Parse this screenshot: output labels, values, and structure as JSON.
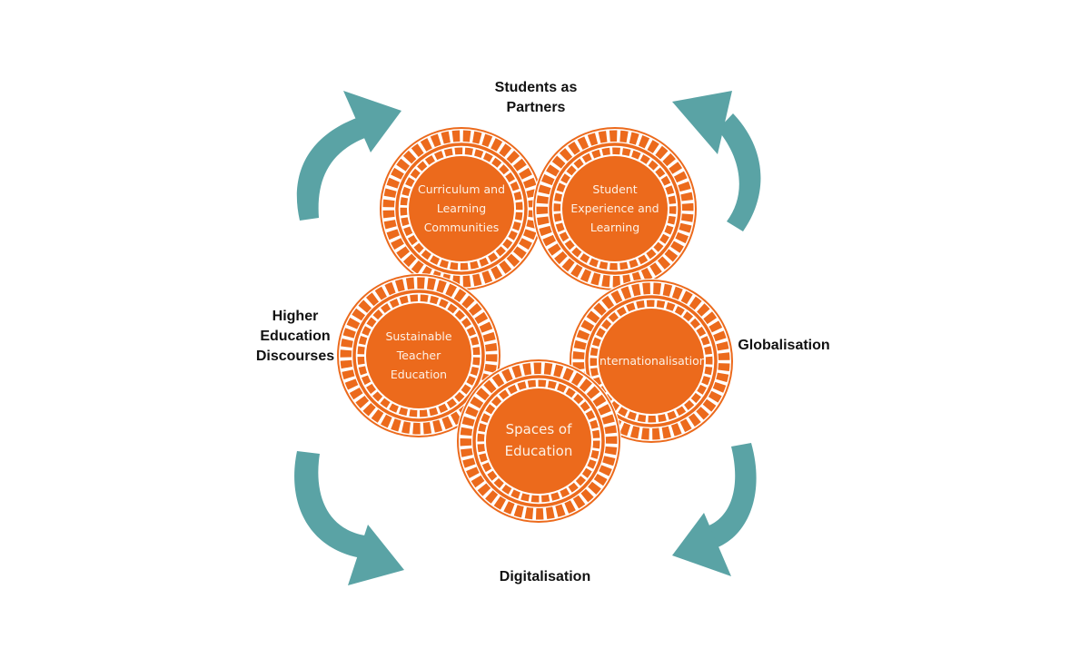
{
  "colors": {
    "orange": "#ec6a1c",
    "teal": "#5aa3a5",
    "ring_gap": "#ffffff"
  },
  "outer_labels": {
    "top": [
      "Students as",
      "Partners"
    ],
    "left": [
      "Higher",
      "Education",
      "Discourses"
    ],
    "right": [
      "Globalisation"
    ],
    "bottom": [
      "Digitalisation"
    ]
  },
  "circles": [
    {
      "id": "curriculum",
      "lines": [
        "Curriculum and",
        "Learning",
        "Communities"
      ]
    },
    {
      "id": "student-experience",
      "lines": [
        "Student",
        "Experience and",
        "Learning"
      ]
    },
    {
      "id": "sustainable",
      "lines": [
        "Sustainable",
        "Teacher",
        "Education"
      ]
    },
    {
      "id": "internationalisation",
      "lines": [
        "Internationalisation"
      ]
    },
    {
      "id": "spaces",
      "lines": [
        "Spaces of",
        "Education"
      ]
    }
  ],
  "arrows": [
    {
      "name": "top-left-arrow",
      "icon": "curved-arrow-icon"
    },
    {
      "name": "top-right-arrow",
      "icon": "curved-arrow-icon"
    },
    {
      "name": "bottom-left-arrow",
      "icon": "curved-arrow-icon"
    },
    {
      "name": "bottom-right-arrow",
      "icon": "curved-arrow-icon"
    }
  ]
}
